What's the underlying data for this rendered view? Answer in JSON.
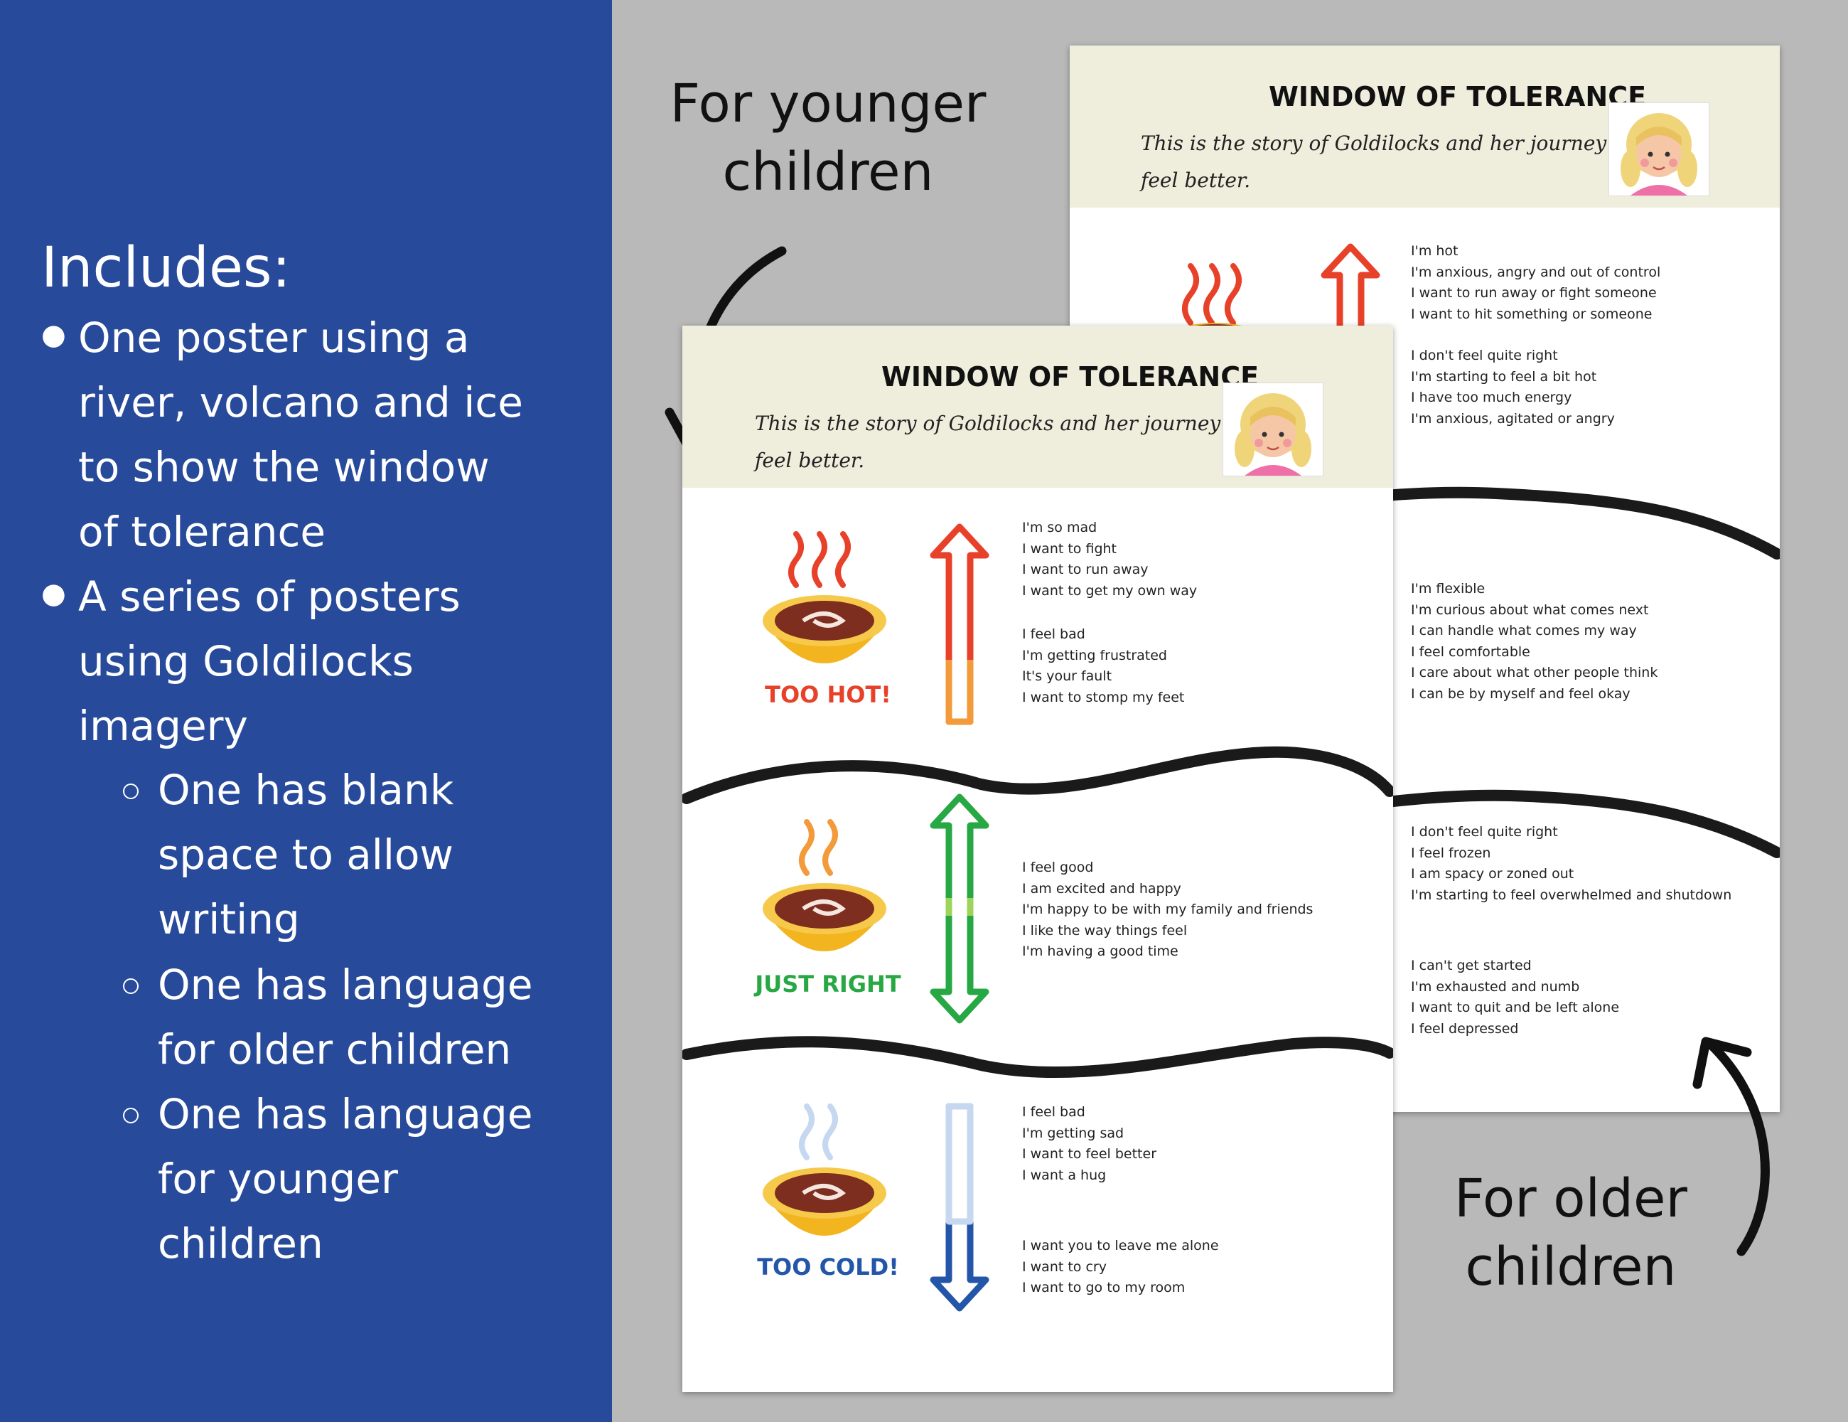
{
  "left_panel": {
    "heading": "Includes:",
    "bullet_1": [
      "One poster using a",
      "river, volcano and ice",
      "to show the window",
      "of tolerance"
    ],
    "bullet_2": [
      "A series of posters",
      "using Goldilocks",
      "imagery"
    ],
    "sub_1": [
      "One has blank",
      "space to allow",
      "writing"
    ],
    "sub_2": [
      "One has language",
      "for older children"
    ],
    "sub_3": [
      "One has language",
      "for younger",
      "children"
    ]
  },
  "callouts": {
    "younger": [
      "For younger",
      "children"
    ],
    "older": [
      "For older",
      "children"
    ]
  },
  "poster": {
    "title": "WINDOW OF TOLERANCE",
    "subtitle_line1": "This is the story of Goldilocks and her journey to",
    "subtitle_line2": "feel better."
  },
  "younger_poster": {
    "hot_label": "TOO HOT!",
    "right_label": "JUST RIGHT",
    "cold_label": "TOO COLD!",
    "hot_lines_1": [
      "I'm so mad",
      "I want to fight",
      "I want to run away",
      "I want to get my own way"
    ],
    "hot_lines_2": [
      "I feel bad",
      "I'm getting frustrated",
      "It's your fault",
      "I want to stomp my feet"
    ],
    "right_lines": [
      "I feel good",
      "I am excited and happy",
      "I'm happy to be with my family and friends",
      "I like the way things feel",
      "I'm having a good time"
    ],
    "cold_lines_1": [
      "I feel bad",
      "I'm getting sad",
      "I want to feel better",
      "I want a hug"
    ],
    "cold_lines_2": [
      "I want you to leave me alone",
      "I want to cry",
      "I want to go to my room"
    ]
  },
  "older_poster": {
    "hot_lines_1": [
      "I'm hot",
      "I'm anxious, angry and out of control",
      "I want to run away or fight someone",
      "I want to hit something or someone"
    ],
    "hot_lines_2": [
      "I don't feel quite right",
      "I'm starting to feel a bit hot",
      "I have too much energy",
      "I'm anxious, agitated or angry"
    ],
    "right_lines": [
      "I'm flexible",
      "I'm curious about what comes next",
      "I can handle what comes my way",
      "I feel comfortable",
      "I care about what other people think",
      "I can be by myself and feel okay"
    ],
    "cold_lines_1": [
      "I don't feel quite right",
      "I feel frozen",
      "I am spacy or zoned out",
      "I'm starting to feel overwhelmed and shutdown"
    ],
    "cold_lines_2": [
      "I can't get started",
      "I'm exhausted and numb",
      "I want to quit and be left alone",
      "I feel depressed"
    ]
  },
  "colors": {
    "panel_blue": "#274a9b",
    "background_gray": "#b9b9b9",
    "hot_red": "#e8412a",
    "hot_orange": "#f39a3a",
    "right_green": "#27a844",
    "right_light_green": "#9fd45a",
    "cold_blue": "#2356a8",
    "cold_light_blue": "#c6d7f0",
    "header_cream": "#efeddc"
  },
  "icons": [
    "bullet-dot",
    "hollow-circle-bullet",
    "curved-arrow",
    "soup-bowl-icon",
    "double-arrow-icon",
    "goldilocks-avatar"
  ]
}
